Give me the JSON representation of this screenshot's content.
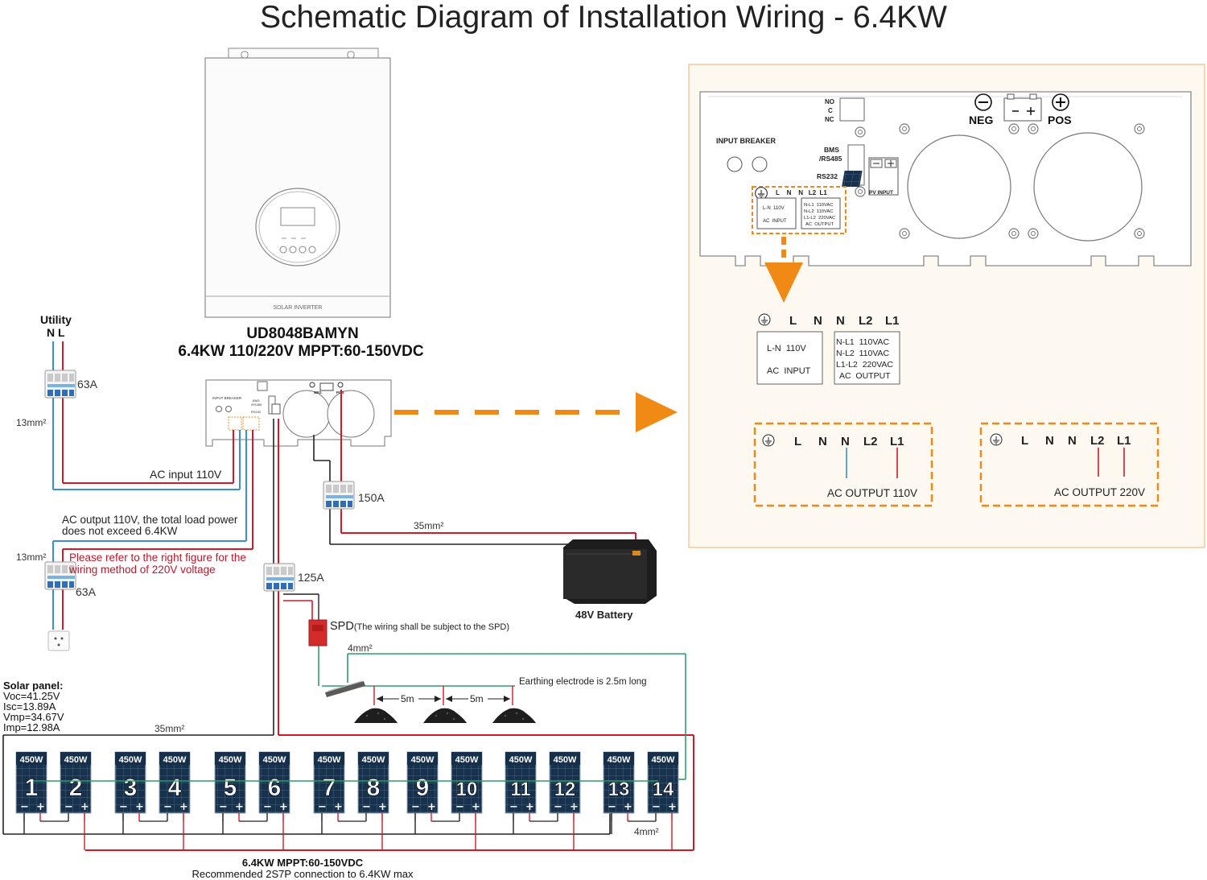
{
  "title": "Schematic Diagram of Installation Wiring - 6.4KW",
  "inverter": {
    "front_brand": "SOLAR INVERTER",
    "model": "UD8048BAMYN",
    "spec": "6.4KW 110/220V MPPT:60-150VDC"
  },
  "utility": {
    "label": "Utility",
    "nl": "N L"
  },
  "breakers": {
    "input": "63A",
    "output": "63A",
    "battery": "150A",
    "pv": "125A"
  },
  "cables": {
    "input_size": "13mm²",
    "output_size": "13mm²",
    "battery_size": "35mm²",
    "pv_size": "35mm²",
    "ground_size": "4mm²",
    "panel_jumper": "4mm²"
  },
  "notes": {
    "ac_input": "AC input 110V",
    "ac_output_line1": "AC output 110V, the total load power",
    "ac_output_line2": "does not exceed 6.4KW",
    "refer_line1": "Please refer to the right figure for the",
    "refer_line2": "wiring method of 220V voltage",
    "spd_main": "SPD",
    "spd_sub": "(The wiring shall be subject to the SPD)",
    "earthing": "Earthing electrode is 2.5m long",
    "dist1": "5m",
    "dist2": "5m",
    "battery": "48V Battery"
  },
  "solar_spec": {
    "heading": "Solar panel:",
    "voc": "Voc=41.25V",
    "isc": "Isc=13.89A",
    "vmp": "Vmp=34.67V",
    "imp": "Imp=12.98A"
  },
  "panels": {
    "watt": "450W",
    "numbers": [
      "1",
      "2",
      "3",
      "4",
      "5",
      "6",
      "7",
      "8",
      "9",
      "10",
      "11",
      "12",
      "13",
      "14"
    ],
    "minus": "−",
    "plus": "+"
  },
  "footer": {
    "line1": "6.4KW MPPT:60-150VDC",
    "line2": "Recommended 2S7P connection to 6.4KW max"
  },
  "mini_panel": {
    "input_breaker": "INPUT BREAKER",
    "neg": "NEG",
    "pos": "POS",
    "bms": "BMS",
    "rs485": "/RS485",
    "rs232": "RS232"
  },
  "detail": {
    "input_breaker": "INPUT BREAKER",
    "no": "NO",
    "c": "C",
    "nc": "NC",
    "bms": "BMS",
    "rs485": "/RS485",
    "rs232": "RS232",
    "neg": "NEG",
    "pos": "POS",
    "pv_input": "PV INPUT",
    "term_small": "L    N    N   L2  L1",
    "ac_in_small1": "L-N  110V",
    "ac_in_small2": "AC  INPUT",
    "ac_out_small1": "N-L1  110VAC",
    "ac_out_small2": "N-L2  110VAC",
    "ac_out_small3": "L1-L2  220VAC",
    "ac_out_small4": "AC  OUTPUT"
  },
  "enlarged": {
    "L": "L",
    "N1": "N",
    "N2": "N",
    "L2": "L2",
    "L1": "L1",
    "ac_in1": "L-N  110V",
    "ac_in2": "AC  INPUT",
    "ac_out1": "N-L1  110VAC",
    "ac_out2": "N-L2  110VAC",
    "ac_out3": "L1-L2  220VAC",
    "ac_out4": "AC  OUTPUT"
  },
  "out110": {
    "L": "L",
    "N1": "N",
    "N2": "N",
    "L2": "L2",
    "L1": "L1",
    "label": "AC OUTPUT 110V"
  },
  "out220": {
    "L": "L",
    "N1": "N",
    "N2": "N",
    "L2": "L2",
    "L1": "L1",
    "label": "AC OUTPUT 220V"
  },
  "colors": {
    "neutral_wire": "#3a8fd1",
    "live_wire": "#d3182a",
    "ground_wire": "#2e9e6a",
    "neg_wire": "#222222",
    "accent_orange": "#f08a14",
    "panel_cell": "#16304c"
  }
}
